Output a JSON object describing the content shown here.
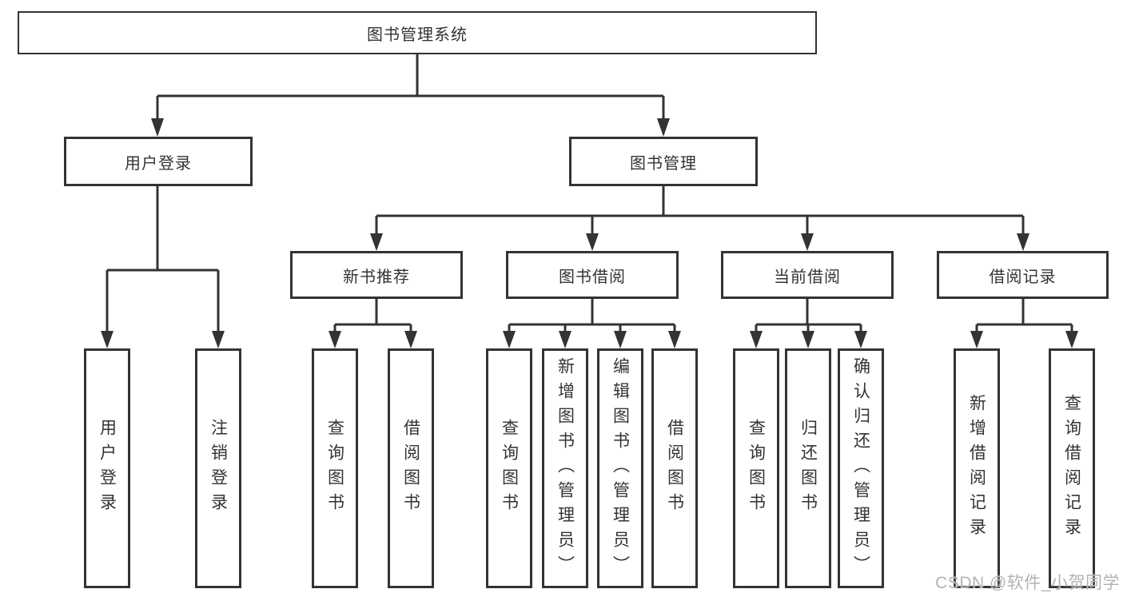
{
  "diagram": {
    "root": {
      "label": "图书管理系统"
    },
    "level1": [
      {
        "label": "用户登录"
      },
      {
        "label": "图书管理"
      }
    ],
    "level2": [
      {
        "label": "新书推荐"
      },
      {
        "label": "图书借阅"
      },
      {
        "label": "当前借阅"
      },
      {
        "label": "借阅记录"
      }
    ],
    "leaves": {
      "user_login": [
        "用户登录",
        "注销登录"
      ],
      "new_book": [
        "查询图书",
        "借阅图书"
      ],
      "book_borrow": [
        "查询图书",
        "新增图书（管理员）",
        "编辑图书（管理员）",
        "借阅图书"
      ],
      "current_borrow": [
        "查询图书",
        "归还图书",
        "确认归还（管理员）"
      ],
      "borrow_record": [
        "新增借阅记录",
        "查询借阅记录"
      ]
    },
    "watermark": "CSDN @软件_小贺同学",
    "colors": {
      "line": "#333333",
      "text": "#333333",
      "watermark": "#b3b3b3",
      "background": "#ffffff"
    }
  }
}
